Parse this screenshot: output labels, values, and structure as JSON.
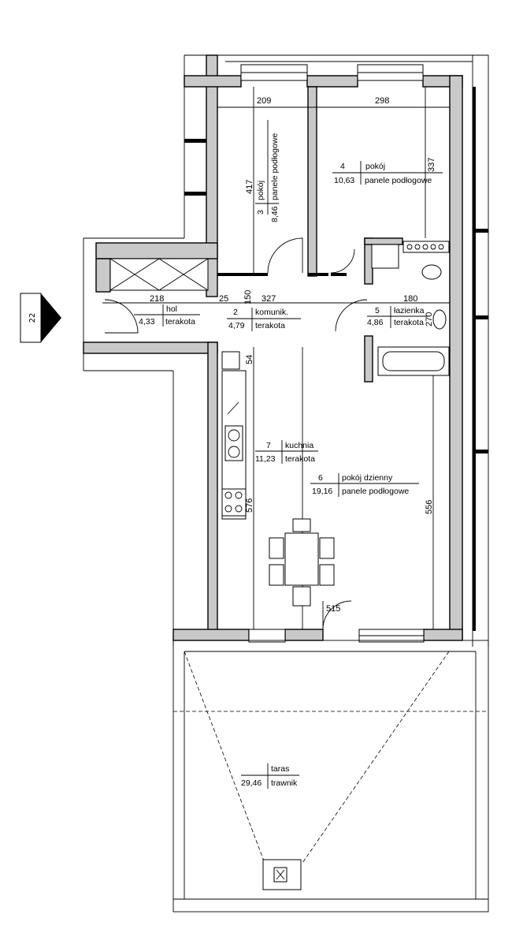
{
  "unit_marker": {
    "label": "22"
  },
  "rooms": [
    {
      "number": "3",
      "name": "pokój",
      "area": "8,46",
      "floor": "panele podłogowe"
    },
    {
      "number": "4",
      "name": "pokój",
      "area": "10,63",
      "floor": "panele podłogowe"
    },
    {
      "number": "",
      "name": "hol",
      "area": "4,33",
      "floor": "terakota"
    },
    {
      "number": "2",
      "name": "komunik.",
      "area": "4,79",
      "floor": "terakota"
    },
    {
      "number": "5",
      "name": "łazienka",
      "area": "4,86",
      "floor": "terakota"
    },
    {
      "number": "7",
      "name": "kuchnia",
      "area": "11,23",
      "floor": "terakota"
    },
    {
      "number": "6",
      "name": "pokój dzienny",
      "area": "19,16",
      "floor": "panele podłogowe"
    },
    {
      "number": "",
      "name": "taras",
      "area": "29,46",
      "floor": "trawnik"
    }
  ],
  "dimensions": {
    "top_left": "209",
    "top_right": "298",
    "room3_height": "417",
    "room4_height": "337",
    "hall_width": "218",
    "corridor_short": "25",
    "corridor_short2": "150",
    "corridor_width": "327",
    "bath_width": "180",
    "bath_height": "270",
    "kitchen_gap": "54",
    "kitchen_height": "576",
    "living_height": "556",
    "door_width": "515"
  }
}
